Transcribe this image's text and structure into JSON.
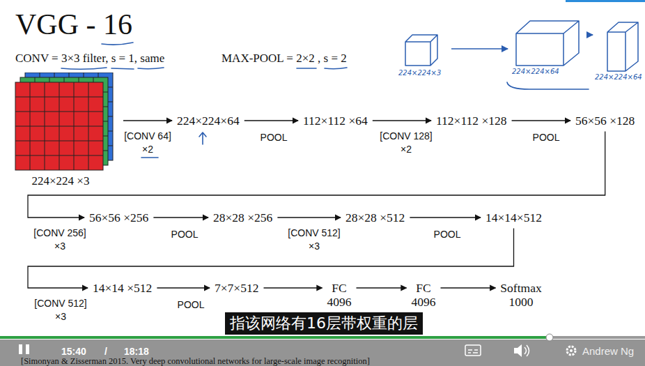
{
  "diagram": {
    "title": "VGG - 16",
    "nodes": [
      {
        "text": [
          "224×224 ×3"
        ]
      },
      {
        "text": [
          "224×224×64"
        ]
      },
      {
        "text": [
          "112×112 ×64"
        ]
      },
      {
        "text": [
          "112×112 ×128"
        ]
      },
      {
        "text": [
          "56×56 ×128"
        ]
      },
      {
        "text": [
          "56×56 ×256"
        ]
      },
      {
        "text": [
          "28×28 ×256"
        ]
      },
      {
        "text": [
          "28×28 ×512"
        ]
      },
      {
        "text": [
          "14×14×512"
        ]
      },
      {
        "text": [
          "14×14 ×512"
        ]
      },
      {
        "text": [
          "7×7×512"
        ]
      },
      {
        "text": [
          "FC 4096"
        ]
      },
      {
        "text": [
          "FC 4096"
        ]
      },
      {
        "text": [
          "Softmax 1000"
        ]
      },
      {
        "text": [
          "224×224×3"
        ]
      },
      {
        "text": [
          "224×224×64"
        ]
      },
      {
        "text": [
          "224×224×64"
        ]
      }
    ],
    "edges": [
      {
        "from": 0,
        "to": 1,
        "label": "[CONV 64] ×2",
        "arrow": "to"
      },
      {
        "from": 1,
        "to": 2,
        "label": "POOL",
        "arrow": "to"
      },
      {
        "from": 2,
        "to": 3,
        "label": "[CONV 128] ×2",
        "arrow": "to"
      },
      {
        "from": 3,
        "to": 4,
        "label": "POOL",
        "arrow": "to"
      },
      {
        "from": 4,
        "to": 5,
        "label": "[CONV 256] ×3",
        "arrow": "to"
      },
      {
        "from": 5,
        "to": 6,
        "label": "POOL",
        "arrow": "to"
      },
      {
        "from": 6,
        "to": 7,
        "label": "[CONV 512] ×3",
        "arrow": "to"
      },
      {
        "from": 7,
        "to": 8,
        "label": "POOL",
        "arrow": "to"
      },
      {
        "from": 8,
        "to": 9,
        "label": "[CONV 512] ×3",
        "arrow": "to"
      },
      {
        "from": 9,
        "to": 10,
        "label": "POOL",
        "arrow": "to"
      },
      {
        "from": 10,
        "to": 11,
        "arrow": "to"
      },
      {
        "from": 11,
        "to": 12,
        "arrow": "to"
      },
      {
        "from": 12,
        "to": 13,
        "arrow": "to"
      },
      {
        "from": 14,
        "to": 15,
        "arrow": "to"
      },
      {
        "from": 15,
        "to": 16,
        "arrow": "to"
      }
    ],
    "labels": [
      "CONV = 3×3 filter, s = 1, same",
      "MAX-POOL = 2×2 , s = 2",
      "指该网络有16层带权重的层",
      "15:40",
      "/",
      "18:18",
      "Andrew Ng",
      "[Simonyan & Zisserman 2015. Very deep convolutional networks for large-scale image recognition]"
    ]
  }
}
